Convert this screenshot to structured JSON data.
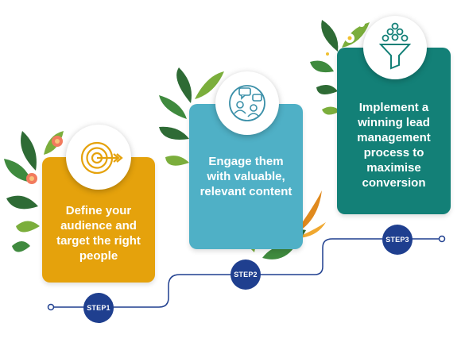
{
  "steps": [
    {
      "badge": "STEP1",
      "text": "Define your audience and target the right people",
      "color": "#E5A20C",
      "icon": "target-icon"
    },
    {
      "badge": "STEP2",
      "text": "Engage them with valuable, relevant content",
      "color": "#4FB0C6",
      "icon": "chat-people-icon"
    },
    {
      "badge": "STEP3",
      "text": "Implement a winning lead management process to maximise conversion",
      "color": "#138077",
      "icon": "funnel-icon"
    }
  ],
  "colors": {
    "step_badge": "#1F3F8F",
    "path_line": "#1F3F8F",
    "leaf_dark": "#2E6B35",
    "leaf_light": "#7BAE3C",
    "flower": "#F27B5E"
  }
}
